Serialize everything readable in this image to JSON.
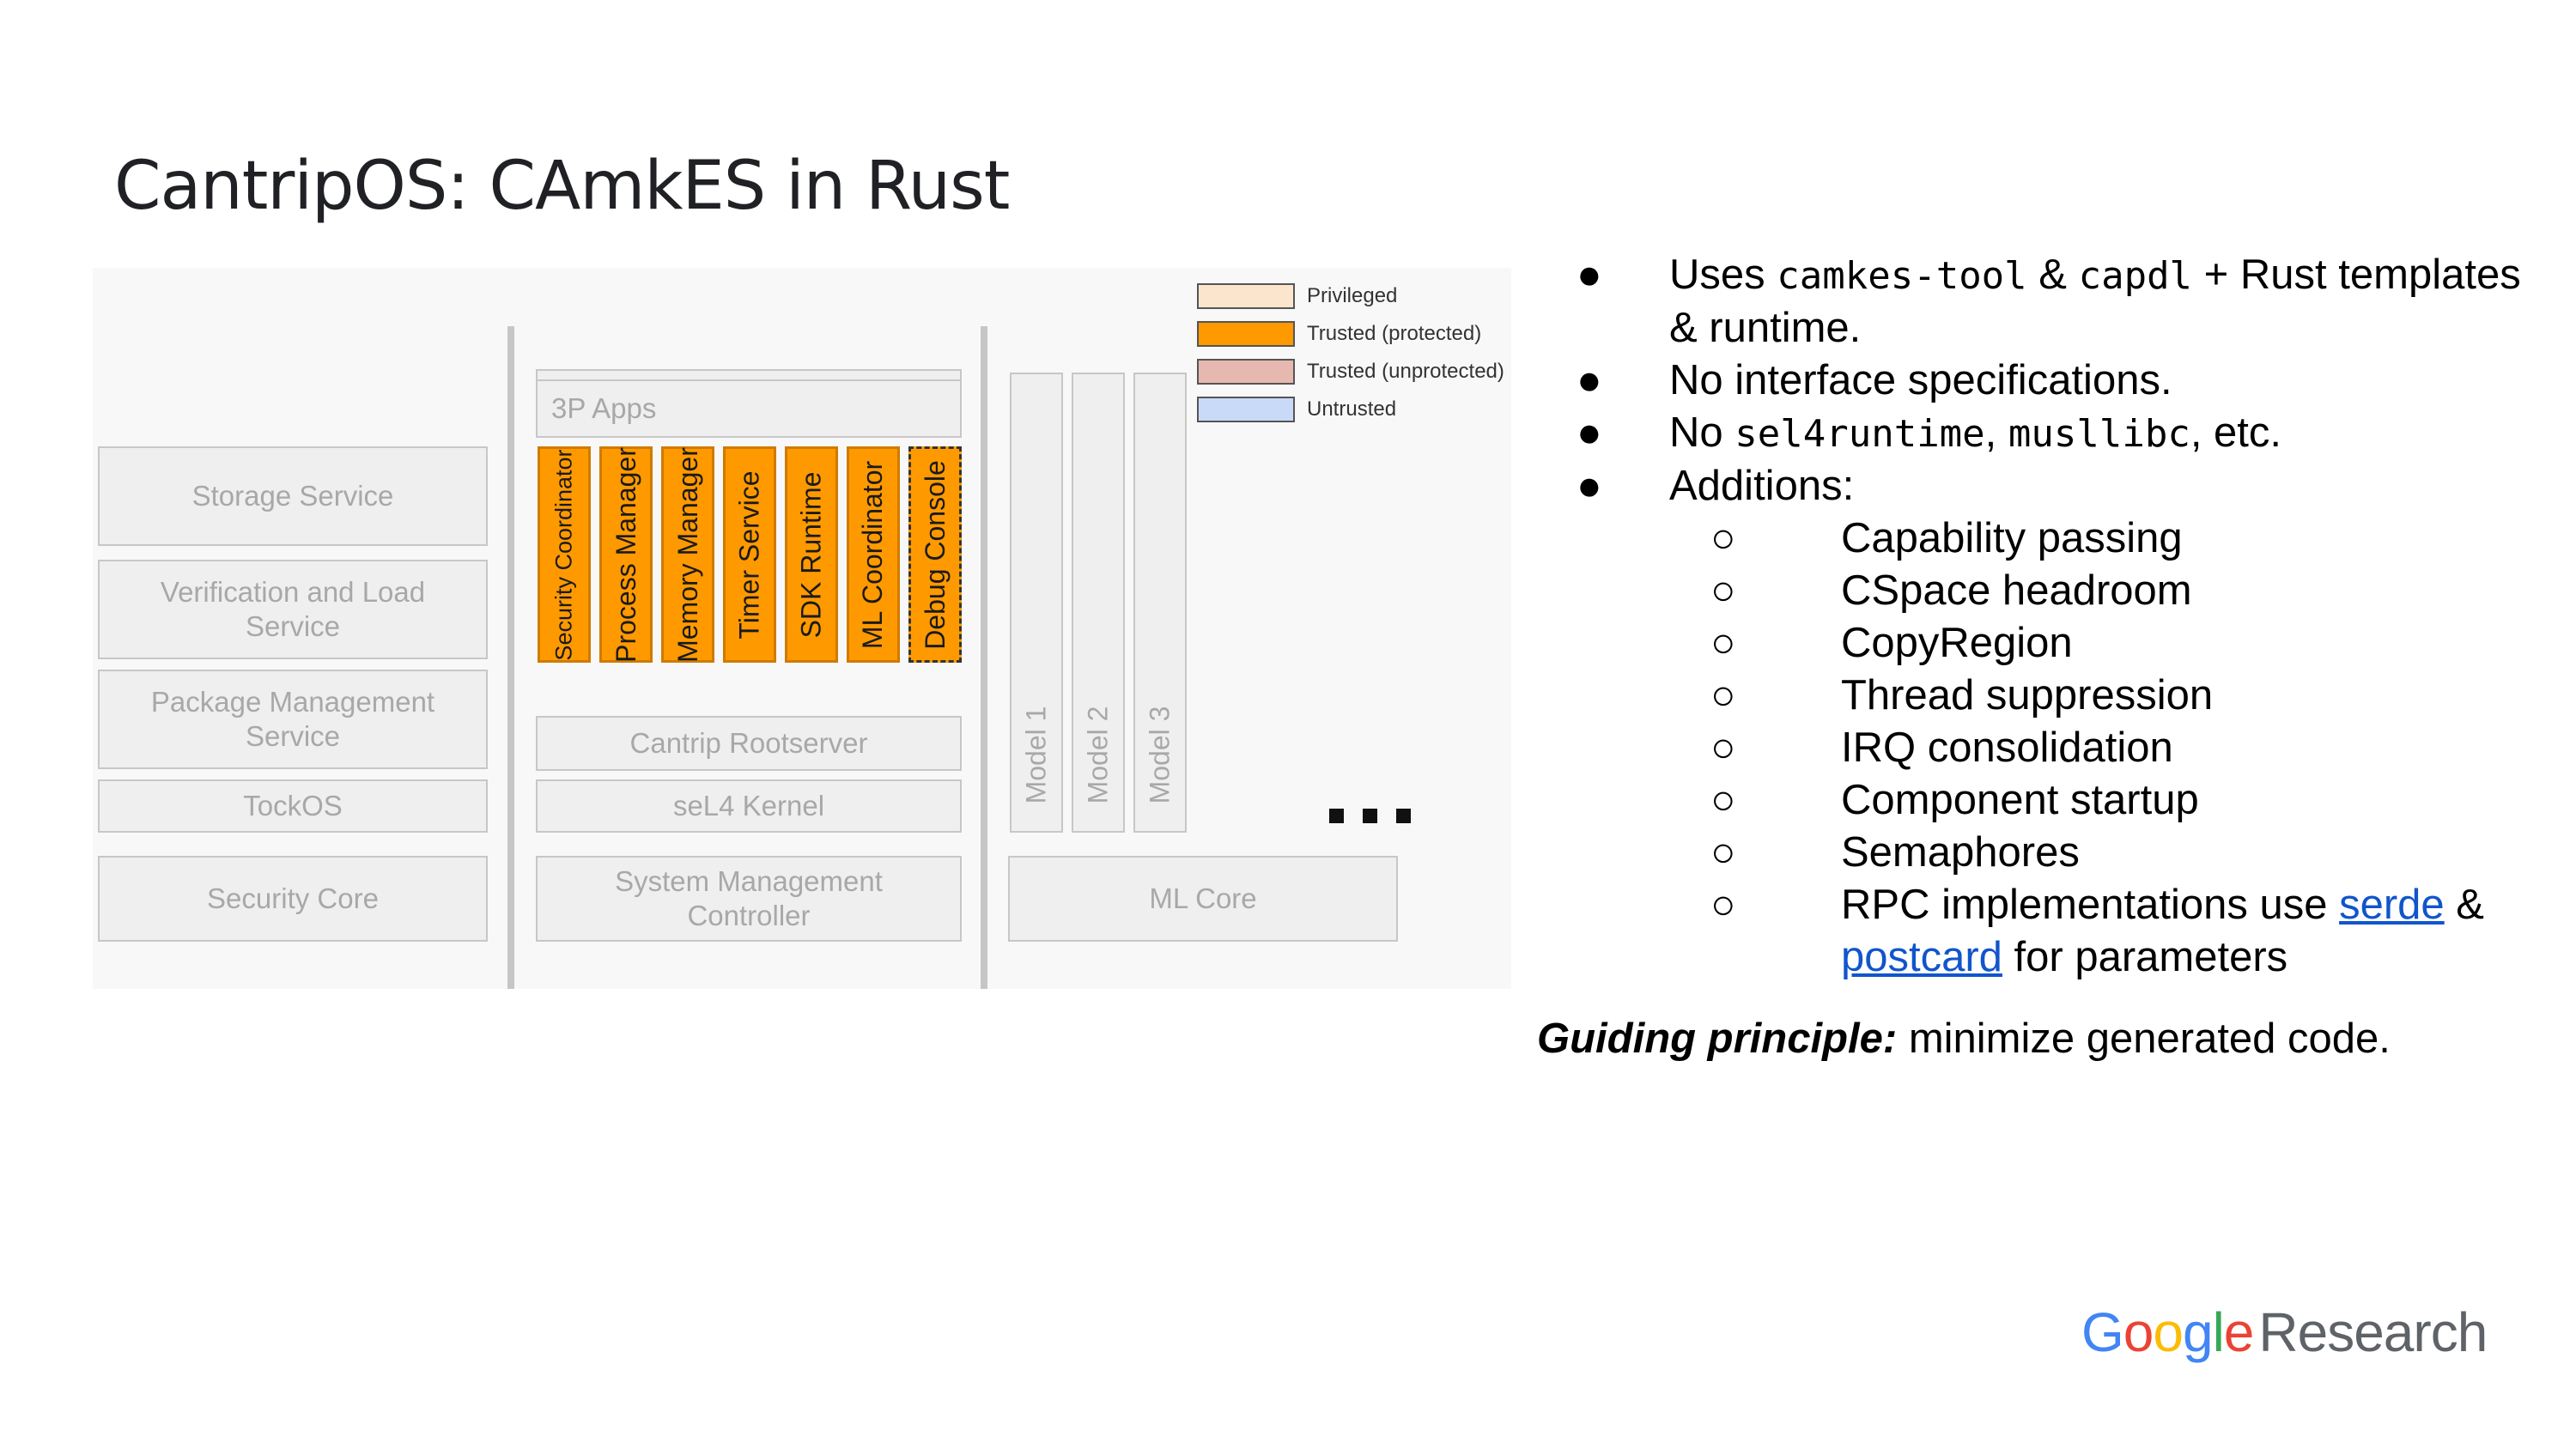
{
  "title": "CantripOS: CAmkES in Rust",
  "diagram": {
    "left_column": [
      "Storage Service",
      "Verification and Load Service",
      "Package Management Service",
      "TockOS",
      "Security Core"
    ],
    "middle": {
      "apps": "3P Apps",
      "components": [
        "Security Coordinator",
        "Process Manager",
        "Memory Manager",
        "Timer Service",
        "SDK Runtime",
        "ML Coordinator",
        "Debug Console"
      ],
      "rootserver": "Cantrip Rootserver",
      "kernel": "seL4 Kernel",
      "smc": "System Management Controller"
    },
    "right": {
      "models": [
        "Model 1",
        "Model 2",
        "Model 3"
      ],
      "ml_core": "ML Core"
    },
    "legend": [
      {
        "label": "Privileged",
        "color": "#fce5cd"
      },
      {
        "label": "Trusted (protected)",
        "color": "#ff9900"
      },
      {
        "label": "Trusted (unprotected)",
        "color": "#e6b8af"
      },
      {
        "label": "Untrusted",
        "color": "#c9daf8"
      }
    ],
    "colors": {
      "box_fill": "#efefef",
      "box_border": "#c7c7c7",
      "box_text": "#a8a8a8",
      "trusted_protected": "#ff9900"
    }
  },
  "bullets": {
    "marker_l1": "●",
    "marker_l2": "○",
    "b1_pre": "Uses ",
    "b1_code1": "camkes-tool",
    "b1_mid": " & ",
    "b1_code2": "capdl",
    "b1_post": " + Rust templates & runtime.",
    "b2": "No interface specifications.",
    "b3_pre": "No ",
    "b3_code1": "sel4runtime",
    "b3_mid": ", ",
    "b3_code2": "musllibc",
    "b3_post": ", etc.",
    "b4": "Additions:",
    "additions": [
      "Capability passing",
      "CSpace headroom",
      "CopyRegion",
      "Thread suppression",
      "IRQ consolidation",
      "Component startup",
      "Semaphores"
    ],
    "rpc_pre": "RPC implementations use ",
    "rpc_link1": "serde",
    "rpc_mid": " & ",
    "rpc_link2": "postcard",
    "rpc_post": " for parameters"
  },
  "principle": {
    "label": "Guiding principle:",
    "text": " minimize generated code."
  },
  "logo": {
    "g1": "G",
    "g2": "o",
    "g3": "o",
    "g4": "g",
    "g5": "l",
    "g6": "e",
    "research": "Research",
    "colors": {
      "blue": "#4285f4",
      "red": "#ea4335",
      "yellow": "#fbbc05",
      "green": "#34a853"
    }
  }
}
